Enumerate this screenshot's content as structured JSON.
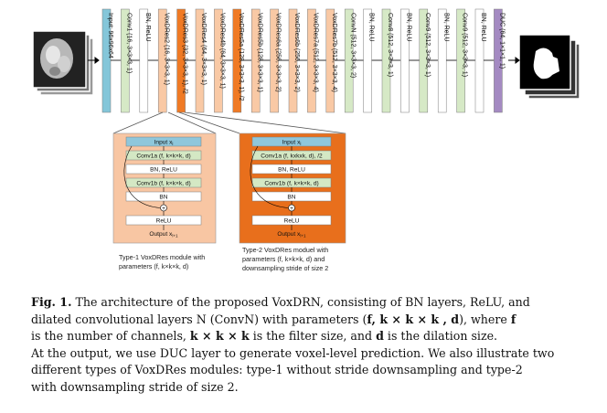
{
  "top_blocks": [
    {
      "label": "Input: 96x96x64",
      "color": "#84c6d9"
    },
    {
      "label": "Conv1 (16, 3×3×3, 1)",
      "color": "#d6e9c6"
    },
    {
      "label": "BN, ReLU",
      "color": "#ffffff"
    },
    {
      "label": "VoxDRes2 (16, 3×3×3, 1)",
      "color": "#f9c9a5"
    },
    {
      "label": "VoxDRes3 (32, 3×3×3, 1), /2",
      "color": "#f07a24"
    },
    {
      "label": "VoxDRes4 (64, 3×3×3, 1)",
      "color": "#f9c9a5"
    },
    {
      "label": "VoxDRes4b (64, 3×3×3, 1)",
      "color": "#f9c9a5"
    },
    {
      "label": "VoxDRes5a (128, 3×3×3, 1), /2",
      "color": "#f07a24"
    },
    {
      "label": "VoxDRes5b (128, 3×3×3, 1)",
      "color": "#f9c9a5"
    },
    {
      "label": "VoxDRes6a (256, 3×3×3, 2)",
      "color": "#f9c9a5"
    },
    {
      "label": "VoxDRes6b (256, 3×3×3, 2)",
      "color": "#f9c9a5"
    },
    {
      "label": "VoxDRes7a (512, 3×3×3, 4)",
      "color": "#f9c9a5"
    },
    {
      "label": "VoxDRes7b (512, 3×3×3, 4)",
      "color": "#f9c9a5"
    },
    {
      "label": "ConvN (512, 3×3×3, 2)",
      "color": "#d6e9c6"
    },
    {
      "label": "BN, ReLU",
      "color": "#ffffff"
    },
    {
      "label": "Conv8 (512, 3×3×3, 1)",
      "color": "#d6e9c6"
    },
    {
      "label": "BN, ReLU",
      "color": "#ffffff"
    },
    {
      "label": "Conv9 (512, 3×3×3, 1)",
      "color": "#d6e9c6"
    },
    {
      "label": "BN, ReLU",
      "color": "#ffffff"
    },
    {
      "label": "Conv9 (512, 3×3×3, 1)",
      "color": "#d6e9c6"
    },
    {
      "label": "BN, ReLU",
      "color": "#ffffff"
    },
    {
      "label": "DUC (64, 1×1×1, 1)",
      "color": "#a48ac2"
    }
  ],
  "module1": {
    "input": "Input x",
    "input_sub": "l",
    "conv1a": "Conv1a (f, k×k×k, d)",
    "bnrelu": "BN, ReLU",
    "conv1b": "Conv1b (f, k×k×k, d)",
    "bn": "BN",
    "plus": "+",
    "relu": "ReLU",
    "output": "Output x",
    "output_sub": "l+1",
    "caption_l1": "Type-1 VoxDRes module with",
    "caption_l2": "parameters  (f, k×k×k, d)",
    "bg": "#f8c6a3"
  },
  "module2": {
    "input": "Input x",
    "input_sub": "l",
    "conv1a": "Conv1a (f, kxkxk, d), /2",
    "bnrelu": "BN, ReLU",
    "conv1b": "Conv1b (f, k×k×k, d)",
    "bn": "BN",
    "plus": "+",
    "relu": "ReLU",
    "output": "Output x",
    "output_sub": "l+1",
    "caption_l1": "Type-2 VoxDRes moduel with",
    "caption_l2": "parameters  (f, k×k×k, d) and",
    "caption_l3": "downsampling stride of size 2",
    "bg": "#e86f1c"
  },
  "caption": {
    "figlabel": "Fig. 1.",
    "l1": "The architecture of the proposed VoxDRN, consisting of BN layers, ReLU, and",
    "l2a": "dilated convolutional layers N (ConvN) with parameters (",
    "l2b": "f, k × k × k , d",
    "l2c": "), where ",
    "l2d": "f",
    "l3a": "is the number of channels, ",
    "l3b": "k × k × k",
    "l3c": " is the filter size, and ",
    "l3d": "d",
    "l3e": " is the dilation size.",
    "l4": "At the output, we use DUC layer to generate voxel-level prediction. We also illustrate two",
    "l5": "different types of VoxDRes modules: type-1 without stride downsampling and type-2",
    "l6": "with downsampling stride of size 2."
  }
}
